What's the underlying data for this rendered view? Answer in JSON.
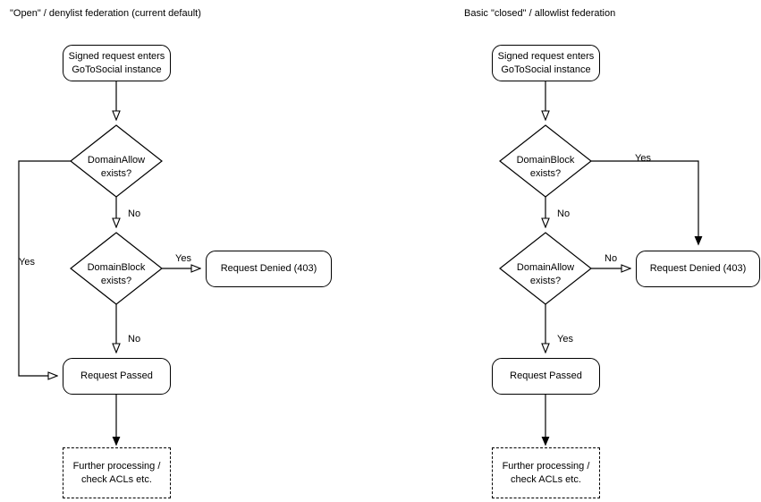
{
  "diagrams": [
    {
      "title": "\"Open\" / denylist federation (current default)",
      "nodes": {
        "start": "Signed request enters\nGoToSocial instance",
        "decision1": "DomainAllow\nexists?",
        "decision2": "DomainBlock\nexists?",
        "denied": "Request Denied (403)",
        "passed": "Request Passed",
        "further": "Further processing /\ncheck ACLs etc."
      },
      "edges": {
        "allow_yes": "Yes",
        "allow_no": "No",
        "block_yes": "Yes",
        "block_no": "No"
      }
    },
    {
      "title": "Basic \"closed\" / allowlist federation",
      "nodes": {
        "start": "Signed request enters\nGoToSocial instance",
        "decision1": "DomainBlock\nexists?",
        "decision2": "DomainAllow\nexists?",
        "denied": "Request Denied (403)",
        "passed": "Request Passed",
        "further": "Further processing /\ncheck ACLs etc."
      },
      "edges": {
        "block_yes": "Yes",
        "block_no": "No",
        "allow_no": "No",
        "allow_yes": "Yes"
      }
    }
  ],
  "style": {
    "stroke": "#000000",
    "fill": "#ffffff",
    "background": "#ffffff"
  }
}
